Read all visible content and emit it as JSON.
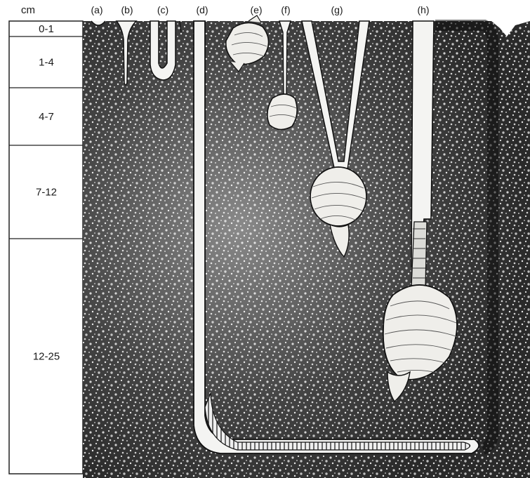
{
  "diagram": {
    "unit": "cm",
    "depth_zones": [
      {
        "label": "0-1",
        "from": 0,
        "to": 1
      },
      {
        "label": "1-4",
        "from": 1,
        "to": 4
      },
      {
        "label": "4-7",
        "from": 4,
        "to": 7
      },
      {
        "label": "7-12",
        "from": 7,
        "to": 12
      },
      {
        "label": "12-25",
        "from": 12,
        "to": 25
      }
    ],
    "column_labels": [
      "(a)",
      "(b)",
      "(c)",
      "(d)",
      "(e)",
      "(f)",
      "(g)",
      "(h)"
    ],
    "colors": {
      "sediment": "#1c1c1c",
      "sediment_light": "#d8d8d8",
      "burrow": "#f4f4f2",
      "outline": "#111111",
      "shell": "#efeeea"
    }
  }
}
